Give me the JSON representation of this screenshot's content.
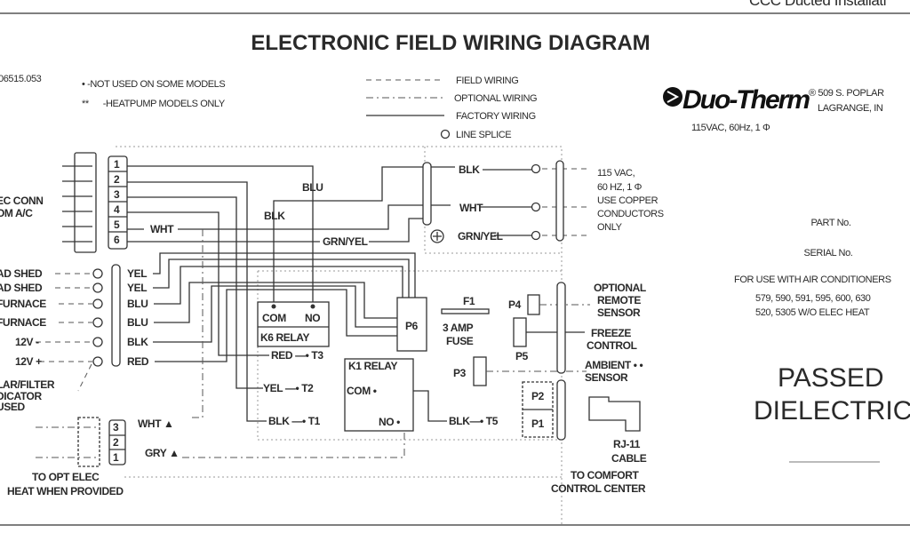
{
  "header": {
    "clipped_text": "CCC Ducted Installati",
    "title": "ELECTRONIC FIELD WIRING DIAGRAM",
    "doc_number": "06515.053"
  },
  "notes": {
    "not_used": "• -NOT USED ON SOME MODELS",
    "heatpump": "**      -HEATPUMP MODELS ONLY"
  },
  "legend": {
    "field": "FIELD WIRING",
    "optional": "OPTIONAL WIRING",
    "factory": "FACTORY WIRING",
    "splice": "LINE SPLICE"
  },
  "brand": {
    "logo": "Duo-Therm",
    "address1": "® 509 S. POPLAR",
    "address2": "LAGRANGE, IN",
    "power": "115VAC, 60Hz, 1 Φ"
  },
  "left": {
    "conn1": "EC CONN",
    "conn2": "OM A/C",
    "pins": [
      "1",
      "2",
      "3",
      "4",
      "5",
      "6"
    ],
    "inputs": [
      "AD SHED",
      "AD SHED",
      "FURNACE",
      "FURNACE",
      "12V -",
      "12V +"
    ],
    "input_colors": [
      "YEL",
      "YEL",
      "BLU",
      "BLU",
      "BLK",
      "RED"
    ],
    "filter": [
      "LAR/FILTER",
      "DICATOR",
      "USED"
    ],
    "opt_pins": [
      "3",
      "2",
      "1"
    ],
    "opt_wht": "WHT ▲",
    "opt_gry": "GRY ▲",
    "opt_label1": "TO OPT ELEC",
    "opt_label2": "HEAT WHEN PROVIDED"
  },
  "wires": {
    "wht": "WHT",
    "blu": "BLU",
    "blk": "BLK",
    "grnyel": "GRN/YEL"
  },
  "power": {
    "blk": "BLK",
    "wht": "WHT",
    "grnyel": "GRN/YEL",
    "lines": [
      "115 VAC,",
      "60 HZ, 1 Φ",
      "USE COPPER",
      "CONDUCTORS",
      "ONLY"
    ]
  },
  "board": {
    "k6_com": "COM",
    "k6_no": "NO",
    "k6_label": "K6  RELAY",
    "t3": "RED —• T3",
    "t2": "YEL —• T2",
    "t1": "BLK —• T1",
    "t5": "BLK—• T5",
    "k1_label": "K1  RELAY",
    "k1_com": "COM •",
    "k1_no": "NO •",
    "p6": "P6",
    "f1": "F1",
    "fuse1": "3 AMP",
    "fuse2": "FUSE",
    "p4": "P4",
    "p5": "P5",
    "p3": "P3",
    "p2": "P2",
    "p1": "P1"
  },
  "right": {
    "remote": [
      "OPTIONAL",
      "REMOTE",
      "SENSOR"
    ],
    "freeze": [
      "FREEZE",
      "CONTROL"
    ],
    "ambient": [
      "AMBIENT • •",
      "SENSOR"
    ],
    "rj11": [
      "RJ-11",
      "CABLE"
    ],
    "comfort": [
      "TO COMFORT",
      "CONTROL CENTER"
    ]
  },
  "info": {
    "part": "PART No.",
    "serial": "SERIAL No.",
    "use": "FOR USE WITH AIR CONDITIONERS",
    "models1": "579, 590, 591, 595, 600, 630",
    "models2": "520, 5305 W/O ELEC HEAT",
    "passed1": "PASSED",
    "passed2": "DIELECTRIC"
  }
}
